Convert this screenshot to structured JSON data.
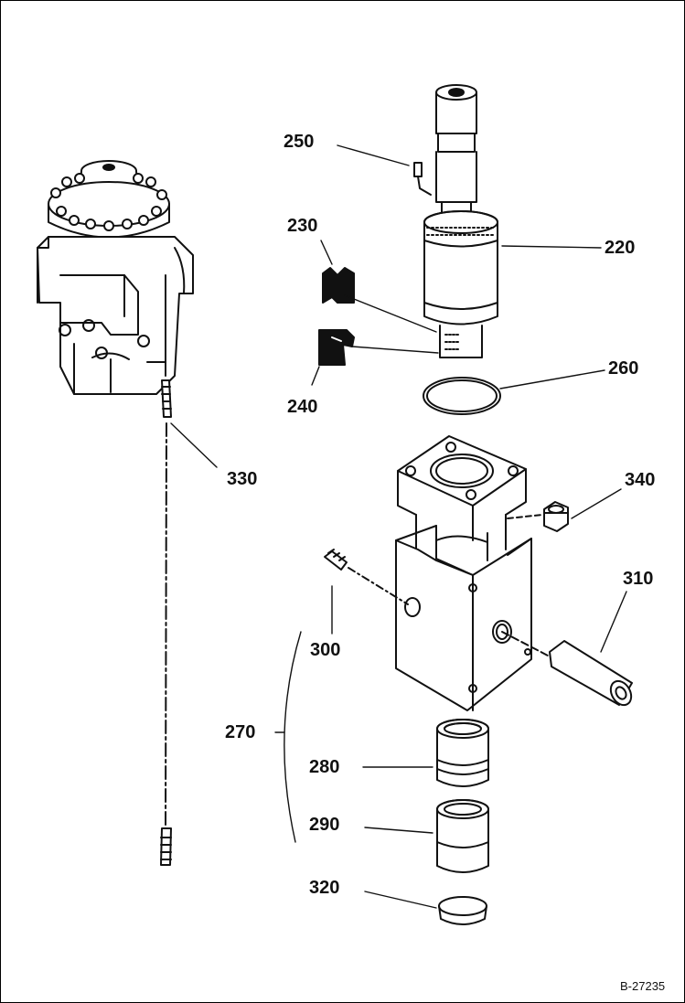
{
  "callouts": {
    "c220": "220",
    "c230": "230",
    "c240": "240",
    "c250": "250",
    "c260": "260",
    "c270": "270",
    "c280": "280",
    "c290": "290",
    "c300": "300",
    "c310": "310",
    "c320": "320",
    "c330": "330",
    "c340": "340"
  },
  "document_id": "B-27235"
}
